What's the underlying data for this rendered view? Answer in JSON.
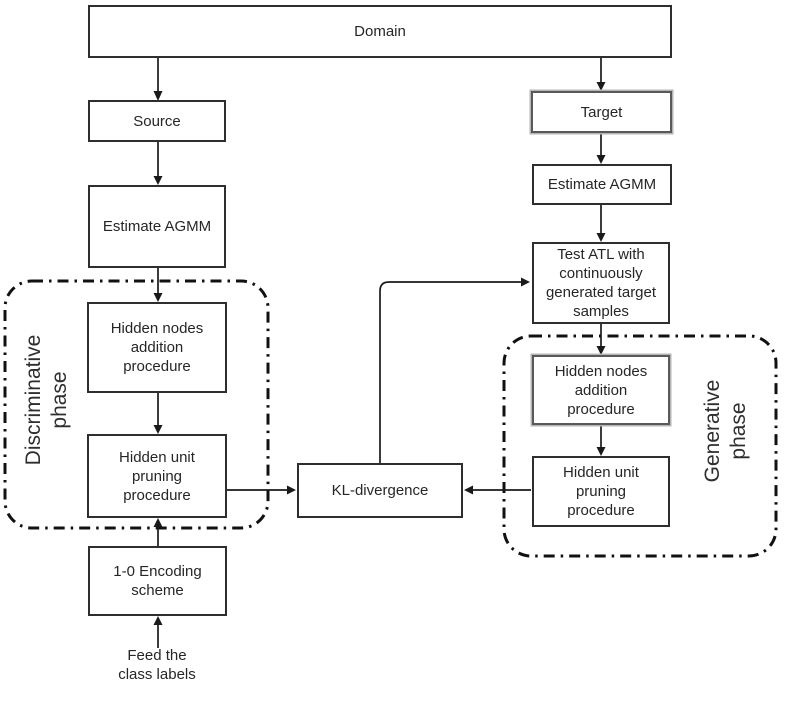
{
  "nodes": {
    "domain": "Domain",
    "source": "Source",
    "estimate_agmm_left": "Estimate AGMM",
    "hidden_nodes_addition_left": "Hidden nodes\naddition\nprocedure",
    "hidden_unit_pruning_left": "Hidden unit\npruning\nprocedure",
    "encoding_scheme": "1-0 Encoding\nscheme",
    "kl_divergence": "KL-divergence",
    "target": "Target",
    "estimate_agmm_right": "Estimate AGMM",
    "test_atl": "Test ATL with\ncontinuously\ngenerated target\nsamples",
    "hidden_nodes_addition_right": "Hidden nodes\naddition\nprocedure",
    "hidden_unit_pruning_right": "Hidden unit\npruning\nprocedure"
  },
  "groups": {
    "discriminative": "Discriminative\nphase",
    "generative": "Generative\nphase"
  },
  "annotations": {
    "feed_class_labels": "Feed the\nclass labels"
  },
  "edges": [
    {
      "from": "domain",
      "to": "source"
    },
    {
      "from": "domain",
      "to": "target"
    },
    {
      "from": "source",
      "to": "estimate_agmm_left"
    },
    {
      "from": "estimate_agmm_left",
      "to": "hidden_nodes_addition_left"
    },
    {
      "from": "hidden_nodes_addition_left",
      "to": "hidden_unit_pruning_left"
    },
    {
      "from": "encoding_scheme",
      "to": "hidden_unit_pruning_left"
    },
    {
      "from": "feed_class_labels",
      "to": "encoding_scheme"
    },
    {
      "from": "hidden_unit_pruning_left",
      "to": "kl_divergence"
    },
    {
      "from": "kl_divergence",
      "to": "test_atl"
    },
    {
      "from": "target",
      "to": "estimate_agmm_right"
    },
    {
      "from": "estimate_agmm_right",
      "to": "test_atl"
    },
    {
      "from": "test_atl",
      "to": "hidden_nodes_addition_right"
    },
    {
      "from": "hidden_nodes_addition_right",
      "to": "hidden_unit_pruning_right"
    },
    {
      "from": "hidden_unit_pruning_right",
      "to": "kl_divergence"
    }
  ],
  "colors": {
    "background": "#ffffff",
    "line": "#1a1a1a",
    "box_border": "#2e2e2e",
    "muted_border": "#595959",
    "text": "#262626"
  }
}
